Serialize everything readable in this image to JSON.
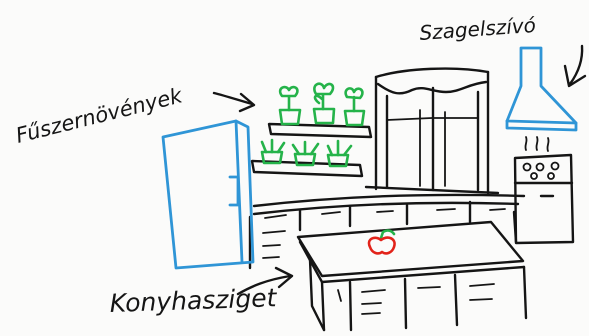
{
  "labels": {
    "spice_plants": "Fűszernövények",
    "range_hood": "Szagelszívó",
    "kitchen_island": "Konyhasziget"
  },
  "colors": {
    "ink": "#151515",
    "fridge": "#2f95d6",
    "plants": "#25b34a",
    "apple": "#e2231a",
    "paper": "#fbfbfa"
  },
  "icons": [
    "refrigerator-icon",
    "herb-pot-icon",
    "window-icon",
    "range-hood-icon",
    "stove-icon",
    "apple-icon",
    "arrow-icon"
  ]
}
